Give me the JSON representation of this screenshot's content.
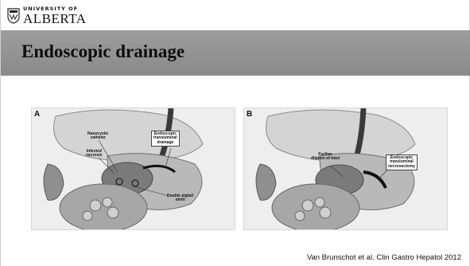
{
  "slide": {
    "logo": {
      "line1": "UNIVERSITY OF",
      "line2": "ALBERTA",
      "emblem": "university-crest"
    },
    "title": "Endoscopic drainage",
    "figure": {
      "panel_a": {
        "label": "A",
        "callouts": {
          "catheter": "Nasocystic\ncatheter",
          "necrosis": "Infected\nnecrosis",
          "drainage": "Endoscopic\ntransluminal\ndrainage",
          "stent": "Double pigtail\nstent"
        }
      },
      "panel_b": {
        "label": "B",
        "callouts": {
          "dilation": "Further\ndilation of tract",
          "necrosectomy": "Endoscopic\ntransluminal\nnecrosectomy"
        }
      }
    },
    "citation": "Van Brunschot et al. Clin Gastro Hepatol 2012"
  }
}
